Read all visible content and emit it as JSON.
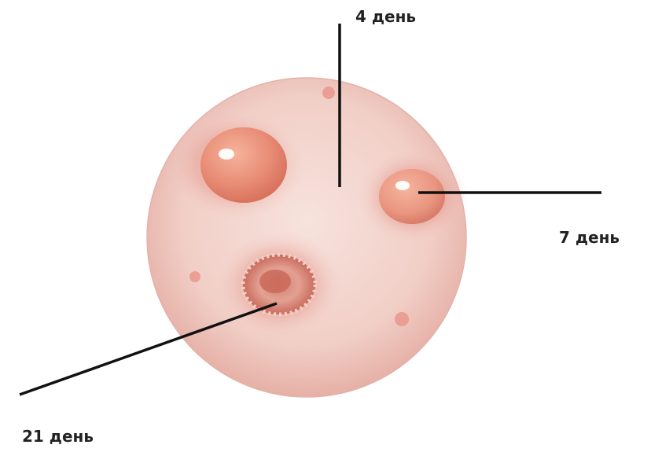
{
  "labels": {
    "day4": "4 день",
    "day7": "7 день",
    "day21": "21 день"
  },
  "colors": {
    "skin": "#f4d5cf",
    "skin_edge": "#d99a92",
    "inflamed": "#e0857b",
    "blister": "#e8937c",
    "blister_highlight": "#ffffff",
    "scab": "#c96a5c",
    "leader_line": "#111111",
    "label_text": "#222222"
  },
  "icons": {
    "day4_lesion": "blister-icon",
    "day7_lesion": "healing-blister-icon",
    "day21_lesion": "scab-icon"
  }
}
